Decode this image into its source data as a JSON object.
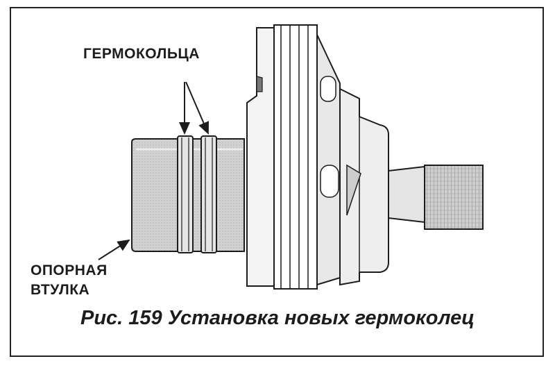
{
  "labels": {
    "seals": "ГЕРМОКОЛЬЦА",
    "sleeve_line1": "ОПОРНАЯ",
    "sleeve_line2": "ВТУЛКА"
  },
  "caption": "Рис. 159 Установка новых гермоколец",
  "colors": {
    "ink": "#1c1c1c",
    "shade_light": "#d6d6d6",
    "shade_mid": "#bdbdbd",
    "shade_dark": "#9a9a9a",
    "paper": "#ffffff"
  },
  "icons": {
    "arrow": "arrow-icon"
  }
}
